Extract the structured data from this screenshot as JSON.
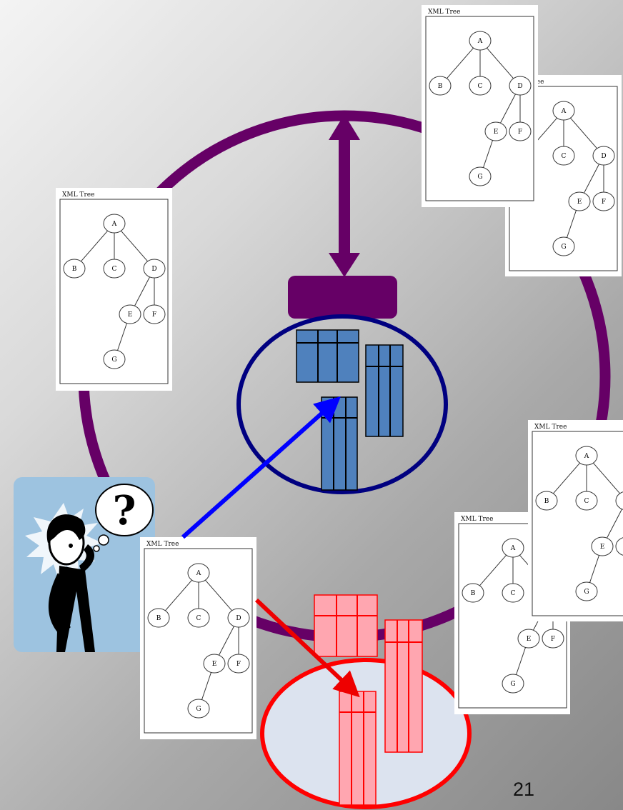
{
  "slide": {
    "page_number": "21",
    "colors": {
      "ring": "#660066",
      "blue_store_outline": "#000080",
      "blue_table_fill": "#4f81bd",
      "blue_arrow": "#0000ff",
      "red_store_outline": "#ff0000",
      "red_store_fill": "#dce3ef",
      "red_table_fill": "#ffa6b0",
      "red_arrow": "#ee0000",
      "person_panel": "#9dc3e0"
    }
  },
  "xml_tree": {
    "title": "XML Tree",
    "nodes": [
      "A",
      "B",
      "C",
      "D",
      "E",
      "F",
      "G"
    ]
  },
  "icons": {
    "thinking_person": "thinking-person-icon",
    "question_mark": "?"
  }
}
